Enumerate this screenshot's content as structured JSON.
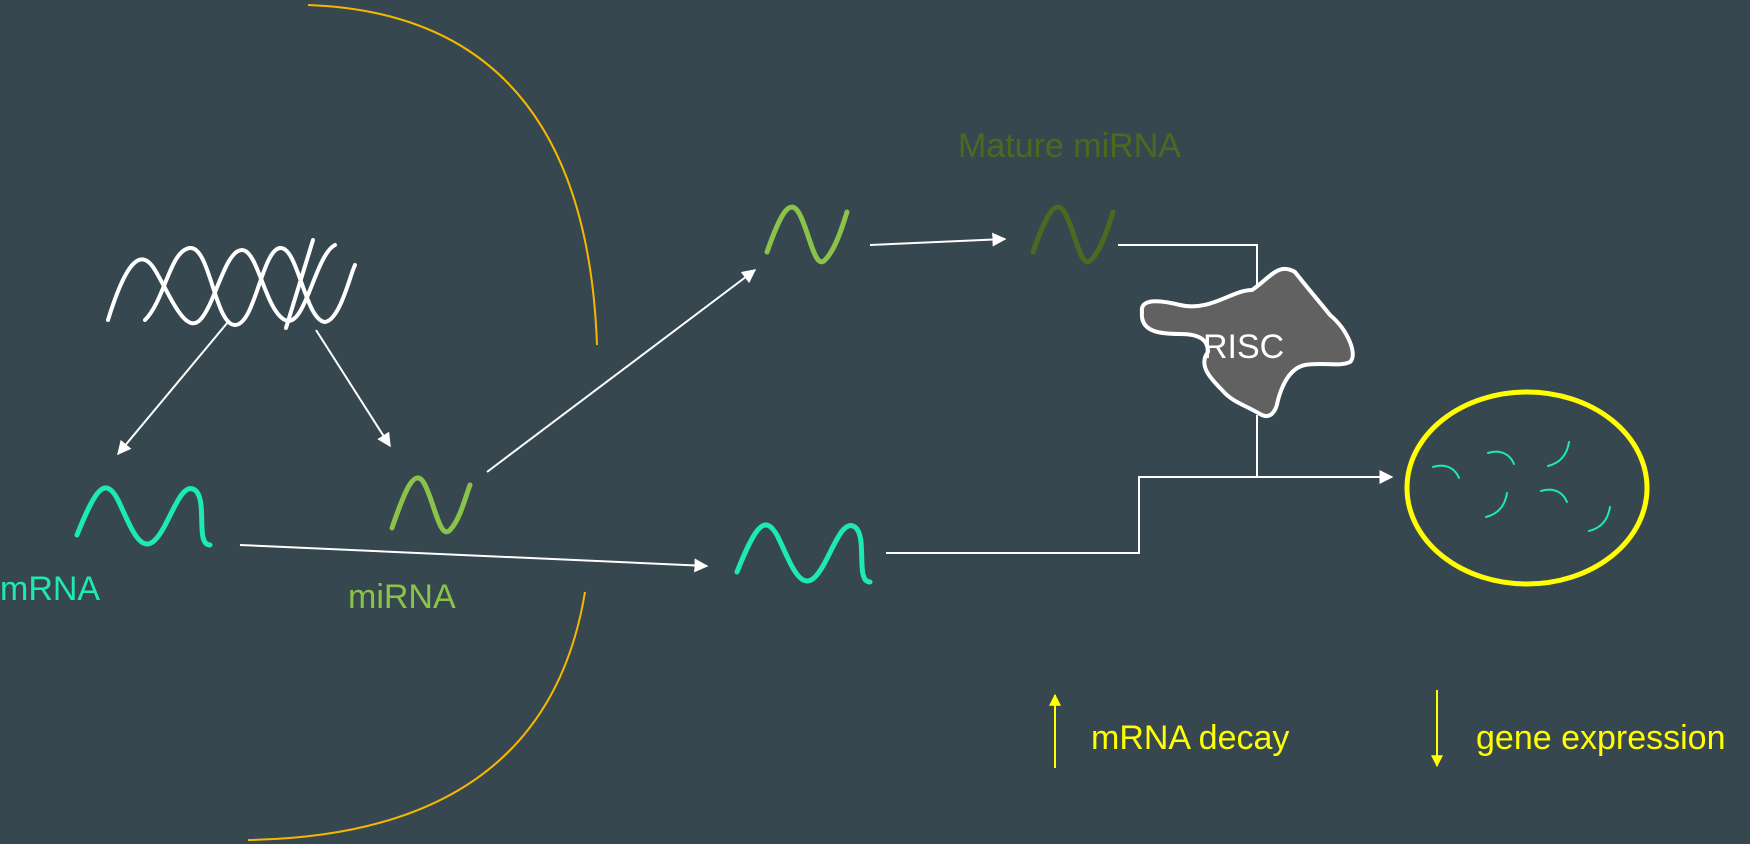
{
  "colors": {
    "background": "#37474f",
    "membrane": "#f5b800",
    "dna": "#ffffff",
    "mrna": "#1de9b6",
    "mirna": "#8bc34a",
    "mature_mirna": "#4a6b1f",
    "arrow": "#ffffff",
    "risc_fill": "#616161",
    "risc_stroke": "#ffffff",
    "cell": "#ffff00",
    "fragments": "#1de9b6",
    "effect_text": "#ffff00"
  },
  "labels": {
    "mrna": "mRNA",
    "mirna": "miRNA",
    "mature_mirna": "Mature miRNA",
    "risc": "RISC"
  },
  "effects": {
    "mrna_decay": "mRNA decay",
    "gene_expression": "gene expression"
  }
}
